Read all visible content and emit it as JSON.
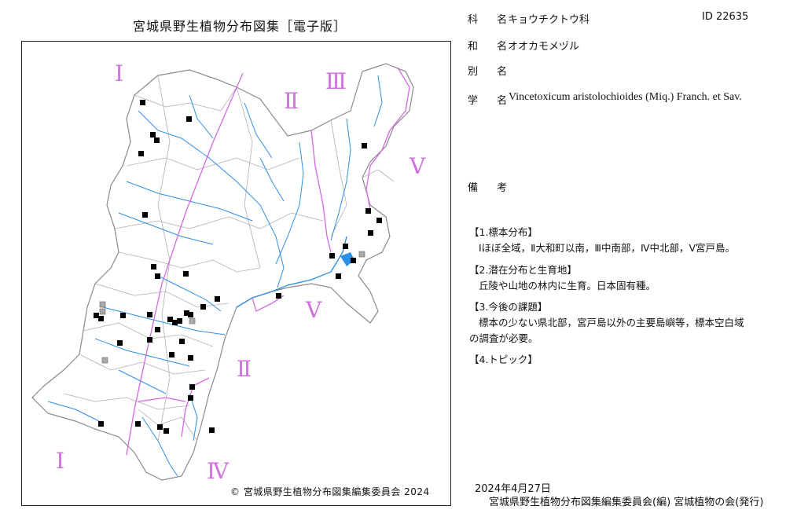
{
  "title": "宮城県野生植物分布図集［電子版］",
  "copyright": "© 宮城県野生植物分布図集編集委員会 2024",
  "region_labels": {
    "r1": "Ⅰ",
    "r2": "Ⅱ",
    "r3": "Ⅲ",
    "r4": "Ⅳ",
    "r5": "Ⅴ"
  },
  "info": {
    "family_label": "科 名",
    "family": "キョウチクトウ科",
    "id": "ID 22635",
    "japanese_label": "和 名",
    "japanese_name": "オオカモメヅル",
    "alias_label": "別 名",
    "alias": "",
    "scientific_label": "学 名",
    "scientific_name": "Vincetoxicum aristolochioides (Miq.) Franch. et Sav.",
    "remarks_label": "備 考"
  },
  "notes": {
    "s1_title": "【1.標本分布】",
    "s1_body": "Ⅰほぼ全域，Ⅱ大和町以南，Ⅲ中南部，Ⅳ中北部，Ⅴ宮戸島。",
    "s2_title": "【2.潜在分布と生育地】",
    "s2_body": "丘陵や山地の林内に生育。日本固有種。",
    "s3_title": "【3.今後の課題】",
    "s3_body": "標本の少ない県北部，宮戸島以外の主要島嶼等，標本空白域の調査が必要。",
    "s4_title": "【4.トピック】"
  },
  "footer": {
    "date": "2024年4月27日",
    "publisher": "宮城県野生植物分布図集編集委員会(編) 宮城植物の会(発行)"
  },
  "colors": {
    "river": "#2f8ee6",
    "region_line": "#d36ae0",
    "region_label": "#d070e0",
    "boundary": "#9a9a9a",
    "specimen": "#000000",
    "specimen_grey": "#aaaaaa"
  }
}
